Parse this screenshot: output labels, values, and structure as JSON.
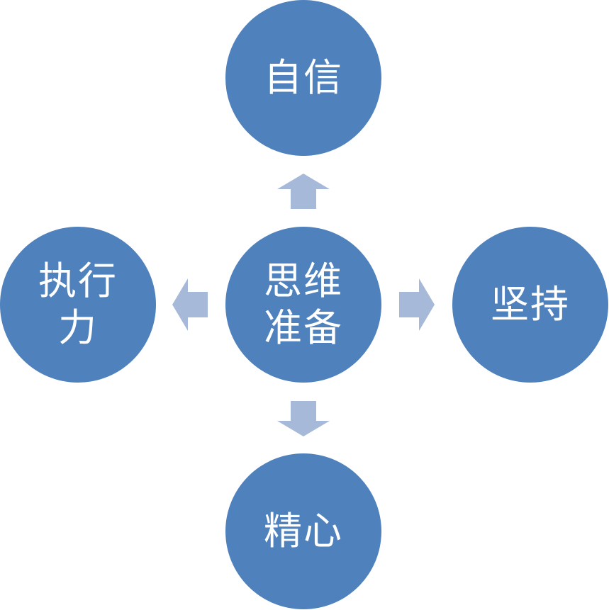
{
  "diagram": {
    "center": {
      "label": "思维\n准备"
    },
    "top": {
      "label": "自信"
    },
    "bottom": {
      "label": "精心"
    },
    "left": {
      "label": "执行\n力"
    },
    "right": {
      "label": "坚持"
    }
  },
  "colors": {
    "node_fill": "#4f81bd",
    "arrow_fill": "#a7b9d9",
    "label_text": "#ffffff"
  },
  "icons": {
    "arrow_up": "arrow-up-icon",
    "arrow_down": "arrow-down-icon",
    "arrow_left": "arrow-left-icon",
    "arrow_right": "arrow-right-icon"
  }
}
